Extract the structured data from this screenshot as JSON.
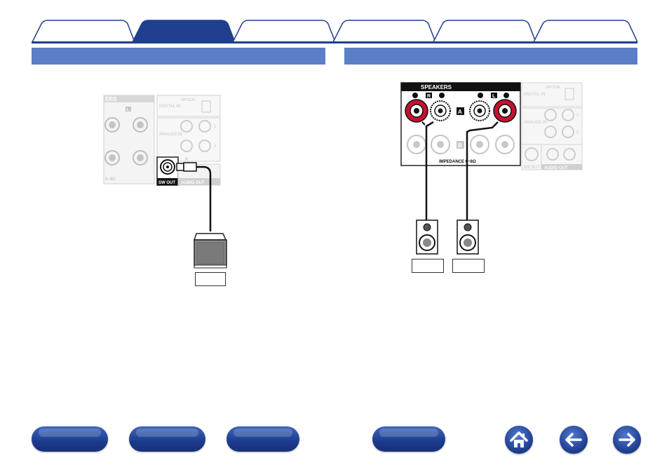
{
  "tabs": [
    {
      "label": "",
      "active": false
    },
    {
      "label": "",
      "active": true
    },
    {
      "label": "",
      "active": false
    },
    {
      "label": "",
      "active": false
    },
    {
      "label": "",
      "active": false
    },
    {
      "label": "",
      "active": false
    }
  ],
  "left_panel": {
    "header": "",
    "rear_panel": {
      "speakers_partial": "ERS",
      "channel_l": "L",
      "digital_in": "DIGITAL IN",
      "optical": "OPTICAL",
      "analog_in": "ANALOG IN",
      "input_1": "1",
      "input_2": "2",
      "sw_out": "SW OUT",
      "audio_out": "AUDIO OUT",
      "channel_r": "R",
      "impedance_partial": "6~8Ω"
    },
    "device_label": ""
  },
  "right_panel": {
    "header": "",
    "rear_panel": {
      "speakers": "SPEAKERS",
      "channel_r": "R",
      "channel_l": "L",
      "zone_a": "A",
      "zone_b": "B",
      "impedance": "IMPEDANCE 6~8Ω",
      "digital_in": "DIGITAL IN",
      "optical": "OPTICAL",
      "analog_in": "ANALOG IN",
      "input_1": "1",
      "input_2": "2",
      "sw_out": "SW OUT",
      "audio_out": "AUDIO OUT"
    },
    "speaker_labels": [
      "",
      ""
    ]
  },
  "bottom_nav": {
    "buttons": [
      "",
      "",
      "",
      ""
    ],
    "home_icon": "home-icon",
    "back_icon": "arrow-left-icon",
    "forward_icon": "arrow-right-icon"
  },
  "colors": {
    "tab_active": "#1f3f8f",
    "tab_inactive": "#ffffff",
    "header_bar": "#5b7fc4",
    "nav_button": "#1f3f8f",
    "terminal_red": "#c8102e"
  }
}
